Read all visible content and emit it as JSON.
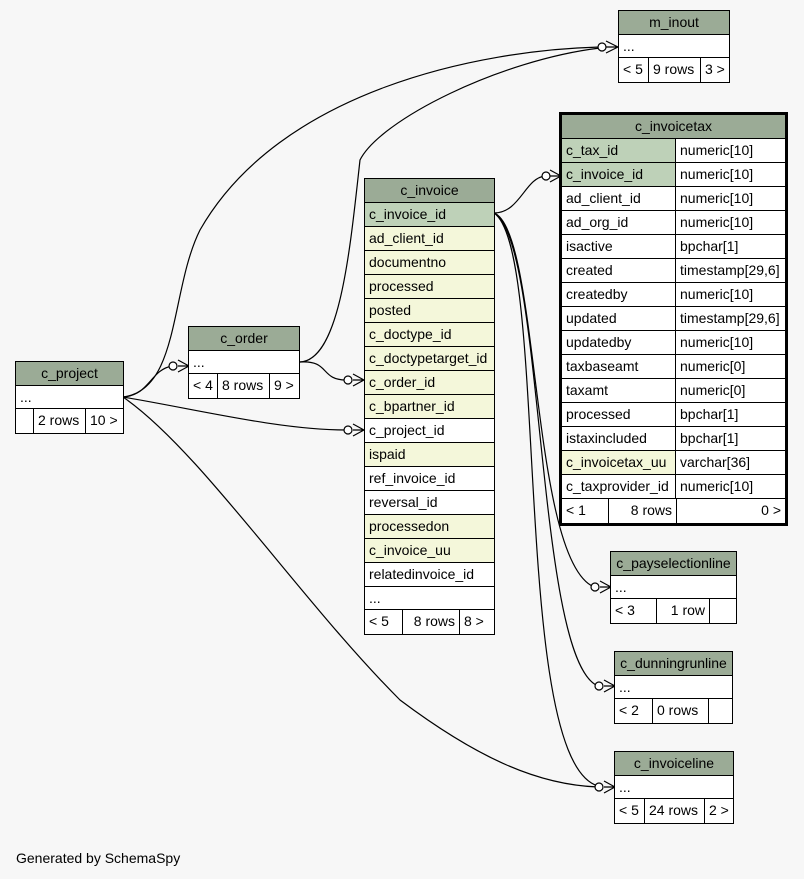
{
  "footer": "Generated by SchemaSpy",
  "tables": {
    "m_inout": {
      "name": "m_inout",
      "dots": "...",
      "prev": "< 5",
      "rows": "9 rows",
      "next": "3 >"
    },
    "c_invoicetax": {
      "name": "c_invoicetax",
      "columns": [
        {
          "name": "c_tax_id",
          "type": "numeric[10]"
        },
        {
          "name": "c_invoice_id",
          "type": "numeric[10]"
        },
        {
          "name": "ad_client_id",
          "type": "numeric[10]"
        },
        {
          "name": "ad_org_id",
          "type": "numeric[10]"
        },
        {
          "name": "isactive",
          "type": "bpchar[1]"
        },
        {
          "name": "created",
          "type": "timestamp[29,6]"
        },
        {
          "name": "createdby",
          "type": "numeric[10]"
        },
        {
          "name": "updated",
          "type": "timestamp[29,6]"
        },
        {
          "name": "updatedby",
          "type": "numeric[10]"
        },
        {
          "name": "taxbaseamt",
          "type": "numeric[0]"
        },
        {
          "name": "taxamt",
          "type": "numeric[0]"
        },
        {
          "name": "processed",
          "type": "bpchar[1]"
        },
        {
          "name": "istaxincluded",
          "type": "bpchar[1]"
        },
        {
          "name": "c_invoicetax_uu",
          "type": "varchar[36]"
        },
        {
          "name": "c_taxprovider_id",
          "type": "numeric[10]"
        }
      ],
      "prev": "< 1",
      "rows": "8 rows",
      "next": "0 >"
    },
    "c_invoice": {
      "name": "c_invoice",
      "columns": [
        "c_invoice_id",
        "ad_client_id",
        "documentno",
        "processed",
        "posted",
        "c_doctype_id",
        "c_doctypetarget_id",
        "c_order_id",
        "c_bpartner_id",
        "c_project_id",
        "ispaid",
        "ref_invoice_id",
        "reversal_id",
        "processedon",
        "c_invoice_uu",
        "relatedinvoice_id"
      ],
      "dots": "...",
      "prev": "< 5",
      "rows": "8 rows",
      "next": "8 >"
    },
    "c_order": {
      "name": "c_order",
      "dots": "...",
      "prev": "< 4",
      "rows": "8 rows",
      "next": "9 >"
    },
    "c_project": {
      "name": "c_project",
      "dots": "...",
      "prev": "",
      "rows": "2 rows",
      "next": "10 >"
    },
    "c_payselectionline": {
      "name": "c_payselectionline",
      "dots": "...",
      "prev": "< 3",
      "rows": "1 row",
      "next": ""
    },
    "c_dunningrunline": {
      "name": "c_dunningrunline",
      "dots": "...",
      "prev": "< 2",
      "rows": "0 rows",
      "next": ""
    },
    "c_invoiceline": {
      "name": "c_invoiceline",
      "dots": "...",
      "prev": "< 5",
      "rows": "24 rows",
      "next": "2 >"
    }
  }
}
